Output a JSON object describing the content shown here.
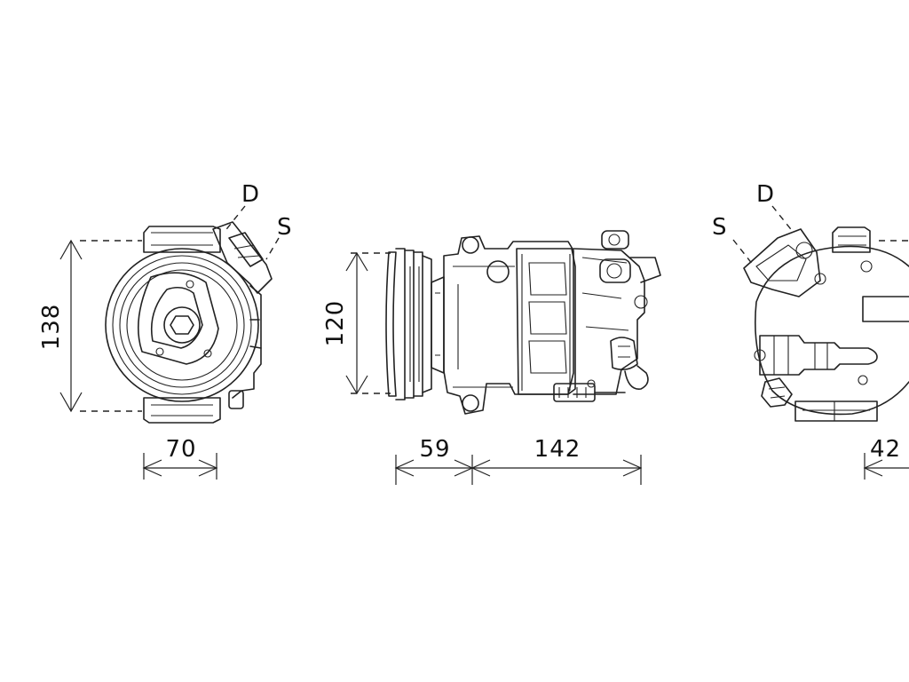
{
  "labels": {
    "discharge_left": "D",
    "suction_left": "S",
    "discharge_right": "D",
    "suction_right": "S"
  },
  "dimensions": {
    "front_height": "138",
    "front_width": "70",
    "side_height": "120",
    "pulley_length": "59",
    "body_length": "142",
    "rear_width": "42"
  },
  "colors": {
    "line": "#222222",
    "background": "#ffffff"
  }
}
